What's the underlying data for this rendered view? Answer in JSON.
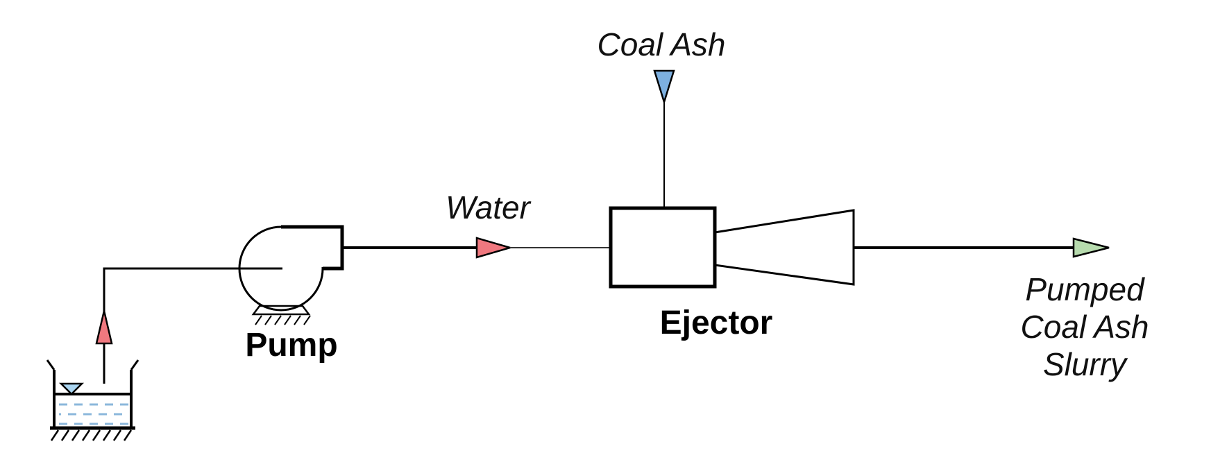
{
  "diagram": {
    "type": "process-flow",
    "labels": {
      "coal_ash": "Coal Ash",
      "water": "Water",
      "pump": "Pump",
      "ejector": "Ejector",
      "slurry_lines": [
        "Pumped",
        "Coal Ash",
        "Slurry"
      ]
    },
    "colors": {
      "water_flow_arrow": "#f0787f",
      "suction_flow_arrow": "#f0787f",
      "coal_ash_flow_arrow": "#7db0e0",
      "slurry_flow_arrow": "#b7dbae",
      "water_level_marker": "#a9d4f0",
      "water_dashes": "#8bb7db",
      "outline": "#000000",
      "background": "#ffffff"
    },
    "equipment": [
      {
        "name": "water-tank",
        "label": ""
      },
      {
        "name": "pump",
        "label": "Pump"
      },
      {
        "name": "ejector",
        "label": "Ejector"
      }
    ],
    "streams": [
      {
        "name": "suction",
        "from": "water-tank",
        "to": "pump",
        "label": ""
      },
      {
        "name": "water",
        "from": "pump",
        "to": "ejector",
        "label": "Water"
      },
      {
        "name": "coal-ash",
        "from": "above",
        "to": "ejector",
        "label": "Coal Ash"
      },
      {
        "name": "slurry",
        "from": "ejector",
        "to": "right",
        "label": "Pumped Coal Ash Slurry"
      }
    ]
  }
}
